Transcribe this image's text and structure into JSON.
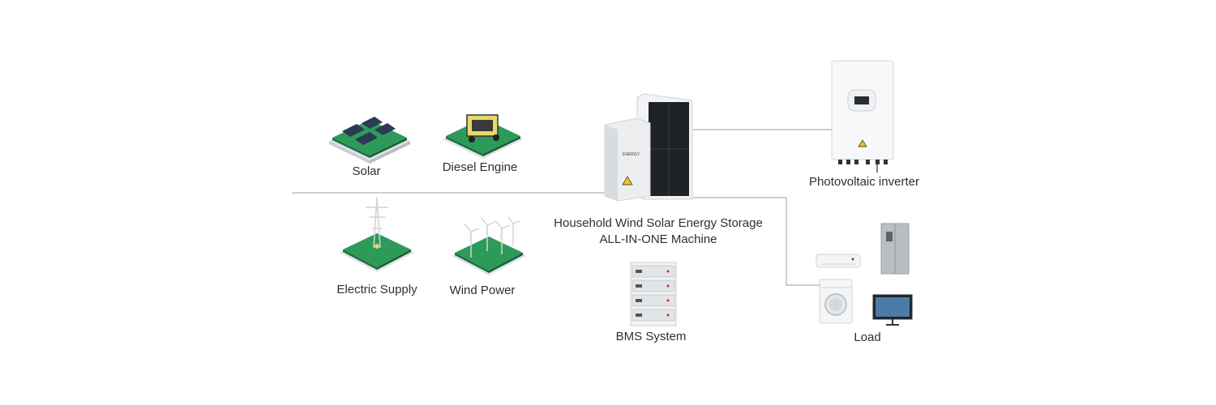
{
  "sources": {
    "solar": "Solar",
    "diesel": "Diesel Engine",
    "electric": "Electric Supply",
    "wind": "Wind Power"
  },
  "machine": {
    "line1": "Household Wind Solar Energy Storage",
    "line2": "ALL-IN-ONE Machine",
    "brand": "ENERGY"
  },
  "bms": "BMS System",
  "inverter": "Photovoltaic inverter",
  "load": "Load",
  "colors": {
    "ground_top": "#2e9a5a",
    "ground_side": "#1f7040",
    "base": "#e3e6e8",
    "line": "#bdbdbd"
  }
}
